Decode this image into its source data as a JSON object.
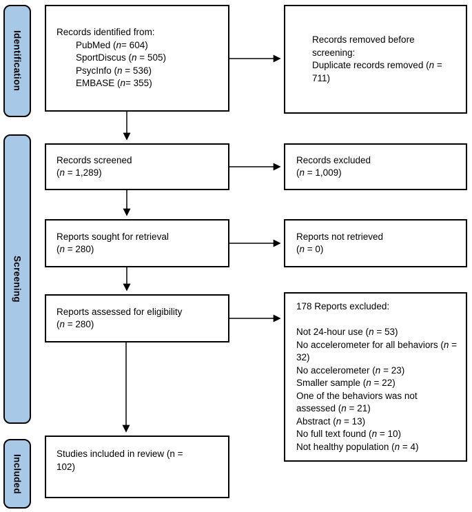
{
  "palette": {
    "stage_fill": "#A8C8E8",
    "box_border": "#000000",
    "arrow_color": "#000000",
    "background": "#FFFFFF"
  },
  "stages": [
    {
      "label": "Identification"
    },
    {
      "label": "Screening"
    },
    {
      "label": "Included"
    }
  ],
  "boxes": {
    "identified": {
      "italic_n": true,
      "lines": [
        {
          "text": "Records identified from:"
        },
        {
          "text": "PubMed (n= 604)",
          "indent": true
        },
        {
          "text": "SportDiscus (n = 505)",
          "indent": true
        },
        {
          "text": "PsycInfo (n = 536)",
          "indent": true
        },
        {
          "text": "EMBASE (n= 355)",
          "indent": true
        }
      ]
    },
    "removed": {
      "italic_n": true,
      "lines": [
        {
          "text": "Records removed before screening:"
        },
        {
          "text": "Duplicate records removed (n = 711)"
        }
      ]
    },
    "screened": {
      "italic_n": true,
      "lines": [
        {
          "text": "Records screened"
        },
        {
          "text": "(n = 1,289)"
        }
      ]
    },
    "excluded": {
      "italic_n": true,
      "lines": [
        {
          "text": "Records excluded"
        },
        {
          "text": "(n = 1,009)"
        }
      ]
    },
    "sought": {
      "italic_n": true,
      "lines": [
        {
          "text": "Reports sought for retrieval"
        },
        {
          "text": "(n = 280)"
        }
      ]
    },
    "notretrieved": {
      "italic_n": true,
      "lines": [
        {
          "text": "Reports not retrieved"
        },
        {
          "text": "(n = 0)"
        }
      ]
    },
    "assessed": {
      "italic_n": true,
      "lines": [
        {
          "text": "Reports assessed for eligibility"
        },
        {
          "text": "(n = 280)"
        }
      ]
    },
    "reportsexcluded": {
      "italic_n": true,
      "lines": [
        {
          "text": "178 Reports excluded:"
        },
        {
          "text": ""
        },
        {
          "text": "Not 24-hour use (n = 53)"
        },
        {
          "text": "No accelerometer for all behaviors (n = 32)"
        },
        {
          "text": "No accelerometer (n = 23)"
        },
        {
          "text": "Smaller sample (n = 22)"
        },
        {
          "text": "One of the behaviors was not assessed (n = 21)"
        },
        {
          "text": "Abstract (n = 13)"
        },
        {
          "text": "No full text found (n = 10)"
        },
        {
          "text": "Not healthy population (n = 4)"
        }
      ]
    },
    "included": {
      "italic_n": false,
      "lines": [
        {
          "text": "Studies included in review (n = 102)"
        }
      ]
    }
  }
}
